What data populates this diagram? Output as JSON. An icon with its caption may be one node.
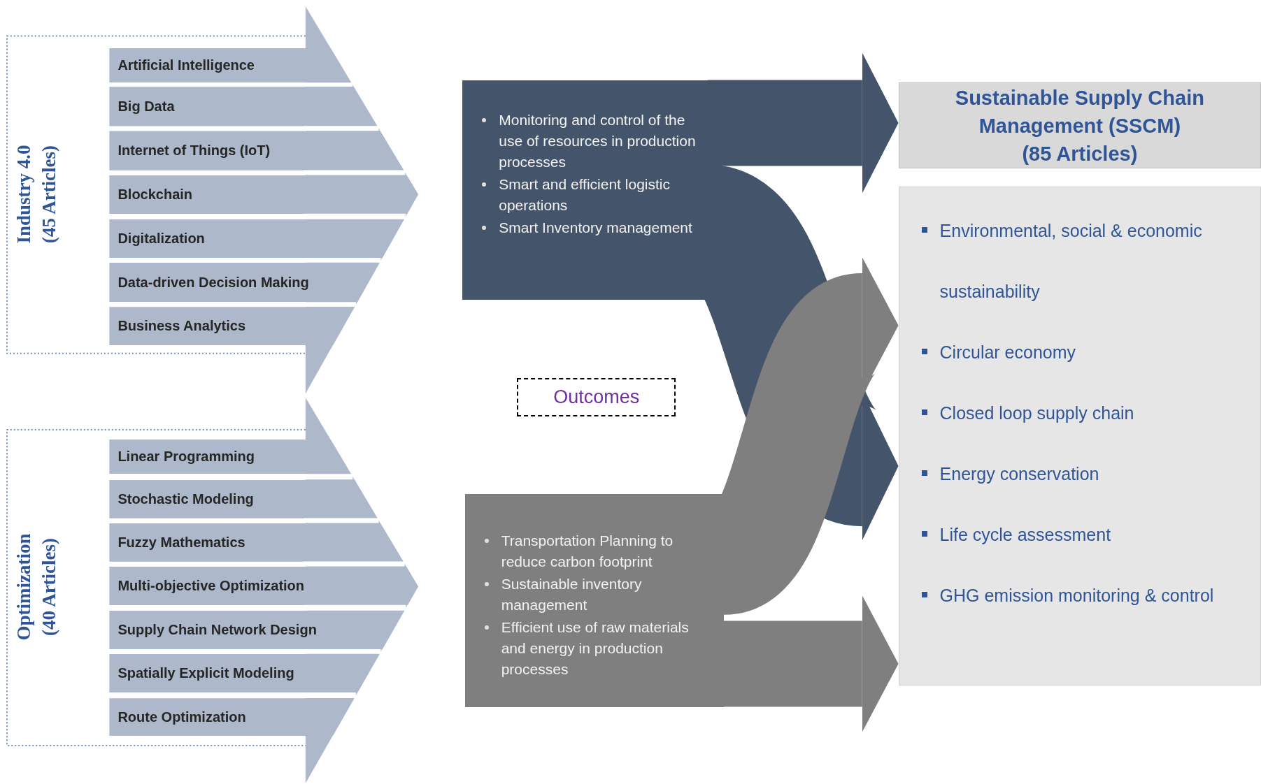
{
  "diagram": {
    "nodes": [
      {
        "text": [
          "Industry 4.0",
          "(45 Articles)"
        ]
      },
      {
        "text": [
          "Artificial Intelligence"
        ],
        "in": 0
      },
      {
        "text": [
          "Big Data"
        ],
        "in": 0
      },
      {
        "text": [
          "Internet of Things (IoT)"
        ],
        "in": 0
      },
      {
        "text": [
          "Blockchain"
        ],
        "in": 0
      },
      {
        "text": [
          "Digitalization"
        ],
        "in": 0
      },
      {
        "text": [
          "Data-driven Decision Making"
        ],
        "in": 0
      },
      {
        "text": [
          "Business Analytics"
        ],
        "in": 0
      },
      {
        "text": [
          "Optimization",
          "(40 Articles)"
        ]
      },
      {
        "text": [
          "Linear Programming"
        ],
        "in": 8
      },
      {
        "text": [
          "Stochastic Modeling"
        ],
        "in": 8
      },
      {
        "text": [
          "Fuzzy Mathematics"
        ],
        "in": 8
      },
      {
        "text": [
          "Multi-objective Optimization"
        ],
        "in": 8
      },
      {
        "text": [
          "Supply Chain Network Design"
        ],
        "in": 8
      },
      {
        "text": [
          "Spatially Explicit Modeling"
        ],
        "in": 8
      },
      {
        "text": [
          "Route Optimization"
        ],
        "in": 8
      },
      {
        "text": [
          "Monitoring and control of the use of resources in production processes",
          "Smart and efficient logistic operations",
          "Smart Inventory management"
        ]
      },
      {
        "text": [
          "Transportation Planning to reduce carbon footprint",
          "Sustainable inventory management",
          "Efficient use of raw materials and energy in production processes"
        ]
      },
      {
        "text": [
          "Outcomes"
        ]
      },
      {
        "text": [
          "Sustainable Supply Chain Management (SSCM)",
          "(85 Articles)"
        ]
      },
      {
        "text": [
          "Environmental, social & economic sustainability",
          "Circular economy",
          "Closed loop supply chain",
          "Energy conservation",
          "Life cycle assessment",
          "GHG emission monitoring & control"
        ]
      }
    ],
    "edges": [
      {
        "from": 16,
        "to": 19,
        "arrow": "to",
        "color": "#44546a"
      },
      {
        "from": 16,
        "to": 20,
        "arrow": "to",
        "color": "#44546a"
      },
      {
        "from": 17,
        "to": 20,
        "arrow": "to",
        "color": "#7f7f7f"
      },
      {
        "from": 17,
        "to": 20,
        "arrow": "to",
        "color": "#7f7f7f"
      }
    ]
  }
}
